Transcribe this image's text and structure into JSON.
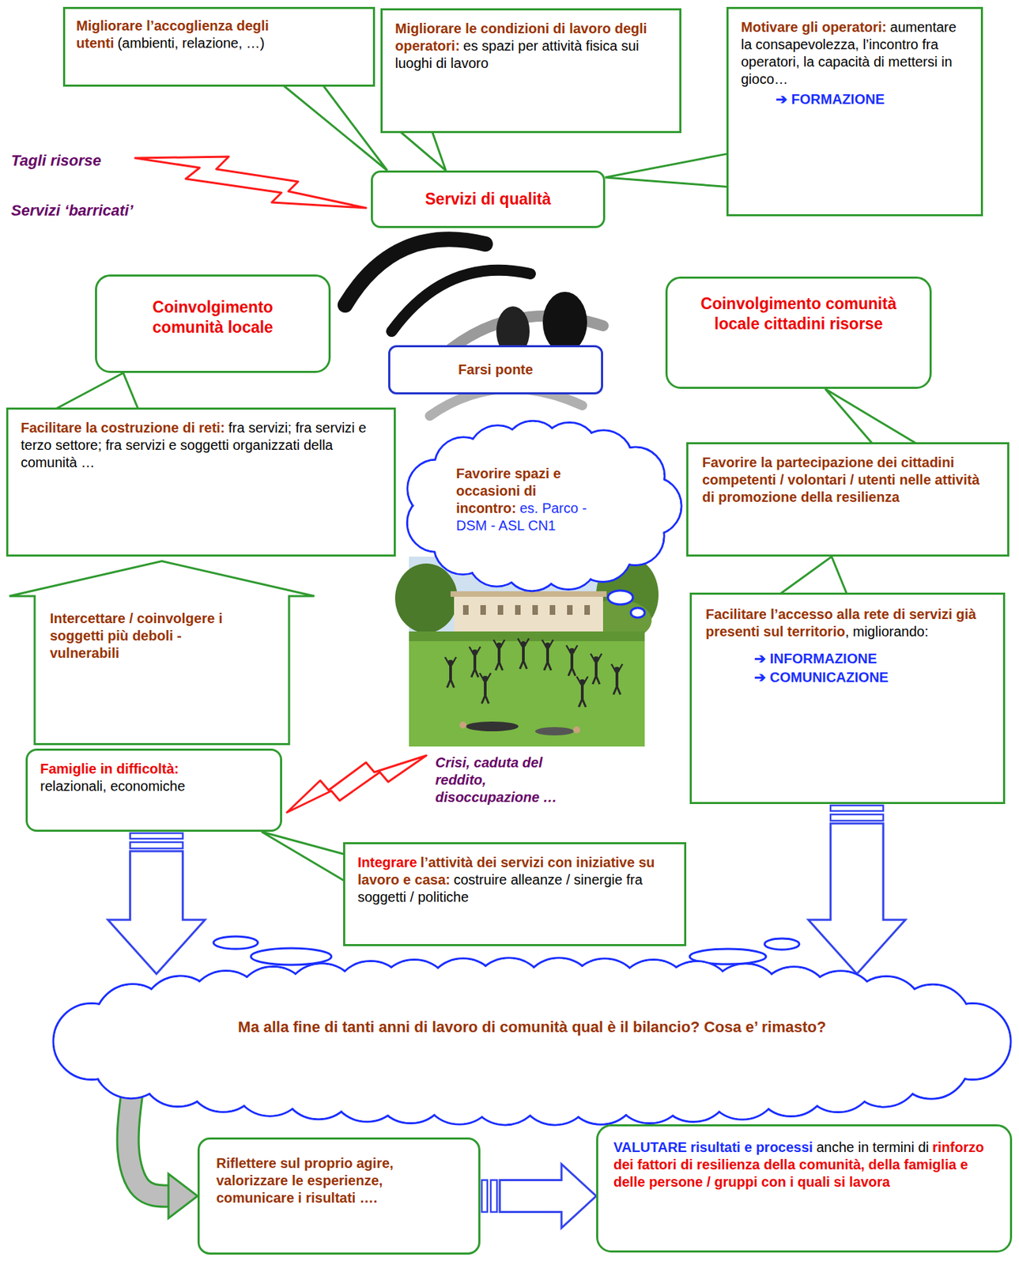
{
  "diagram": {
    "nodes": [
      {
        "text": [
          "Migliorare l’accoglienza degli utenti",
          "(ambienti, relazione, …)"
        ]
      },
      {
        "text": [
          "Migliorare le condizioni di lavoro degli operatori:",
          "es spazi per attività fisica sui luoghi di lavoro"
        ]
      },
      {
        "text": [
          "Motivare gli operatori:",
          "aumentare la consapevolezza, l’incontro fra operatori, la capacità di mettersi in gioco…",
          "➔ FORMAZIONE"
        ]
      },
      {
        "text": [
          "Servizi di qualità"
        ]
      },
      {
        "text": [
          "Coinvolgimento comunità locale"
        ]
      },
      {
        "text": [
          "Farsi ponte"
        ]
      },
      {
        "text": [
          "Coinvolgimento comunità locale cittadini risorse"
        ]
      },
      {
        "text": [
          "Facilitare la costruzione di reti:",
          "fra servizi; fra servizi e terzo settore; fra servizi e soggetti organizzati della comunità …"
        ]
      },
      {
        "text": [
          "Favorire spazi e occasioni di incontro:",
          "es. Parco - DSM - ASL CN1"
        ]
      },
      {
        "text": [
          "Favorire la partecipazione dei cittadini competenti / volontari / utenti nelle attività di promozione della resilienza"
        ]
      },
      {
        "text": [
          "Intercettare / coinvolgere i soggetti più deboli - vulnerabili"
        ]
      },
      {
        "text": [
          "Facilitare l’accesso alla rete di servizi già presenti sul territorio",
          ", migliorando:",
          "➔ INFORMAZIONE",
          "➔ COMUNICAZIONE"
        ]
      },
      {
        "text": [
          "Famiglie in difficoltà:",
          "relazionali, economiche"
        ]
      },
      {
        "text": [
          "Integrare",
          "l’attività dei servizi con iniziative su lavoro e casa:",
          "costruire alleanze / sinergie fra soggetti / politiche"
        ]
      },
      {
        "text": [
          "Ma alla fine di tanti anni di lavoro di comunità qual è il bilancio? Cosa e’ rimasto?"
        ]
      },
      {
        "text": [
          "Riflettere sul proprio agire, valorizzare le esperienze, comunicare i risultati …."
        ]
      },
      {
        "text": [
          "VALUTARE",
          "risultati e processi",
          "anche in termini di",
          "rinforzo dei fattori di resilienza della comunità, della famiglia e delle persone / gruppi con i quali si lavora"
        ]
      }
    ],
    "edges": [
      {
        "from": 0,
        "to": 3,
        "arrow": "none"
      },
      {
        "from": 1,
        "to": 3,
        "arrow": "none"
      },
      {
        "from": 2,
        "to": 3,
        "arrow": "none"
      },
      {
        "from": 7,
        "to": 4,
        "arrow": "none"
      },
      {
        "from": 9,
        "to": 6,
        "arrow": "none"
      },
      {
        "from": 11,
        "to": 9,
        "arrow": "none"
      },
      {
        "from": 13,
        "to": 12,
        "arrow": "none"
      },
      {
        "from": 12,
        "to": 14,
        "arrow": "to"
      },
      {
        "from": 11,
        "to": 14,
        "arrow": "to"
      },
      {
        "from": 14,
        "to": 15,
        "arrow": "to"
      },
      {
        "from": 15,
        "to": 16,
        "arrow": "to"
      }
    ],
    "labels": [
      "Tagli risorse",
      "Servizi ‘barricati’",
      "Crisi, caduta del reddito, disoccupazione …"
    ]
  }
}
